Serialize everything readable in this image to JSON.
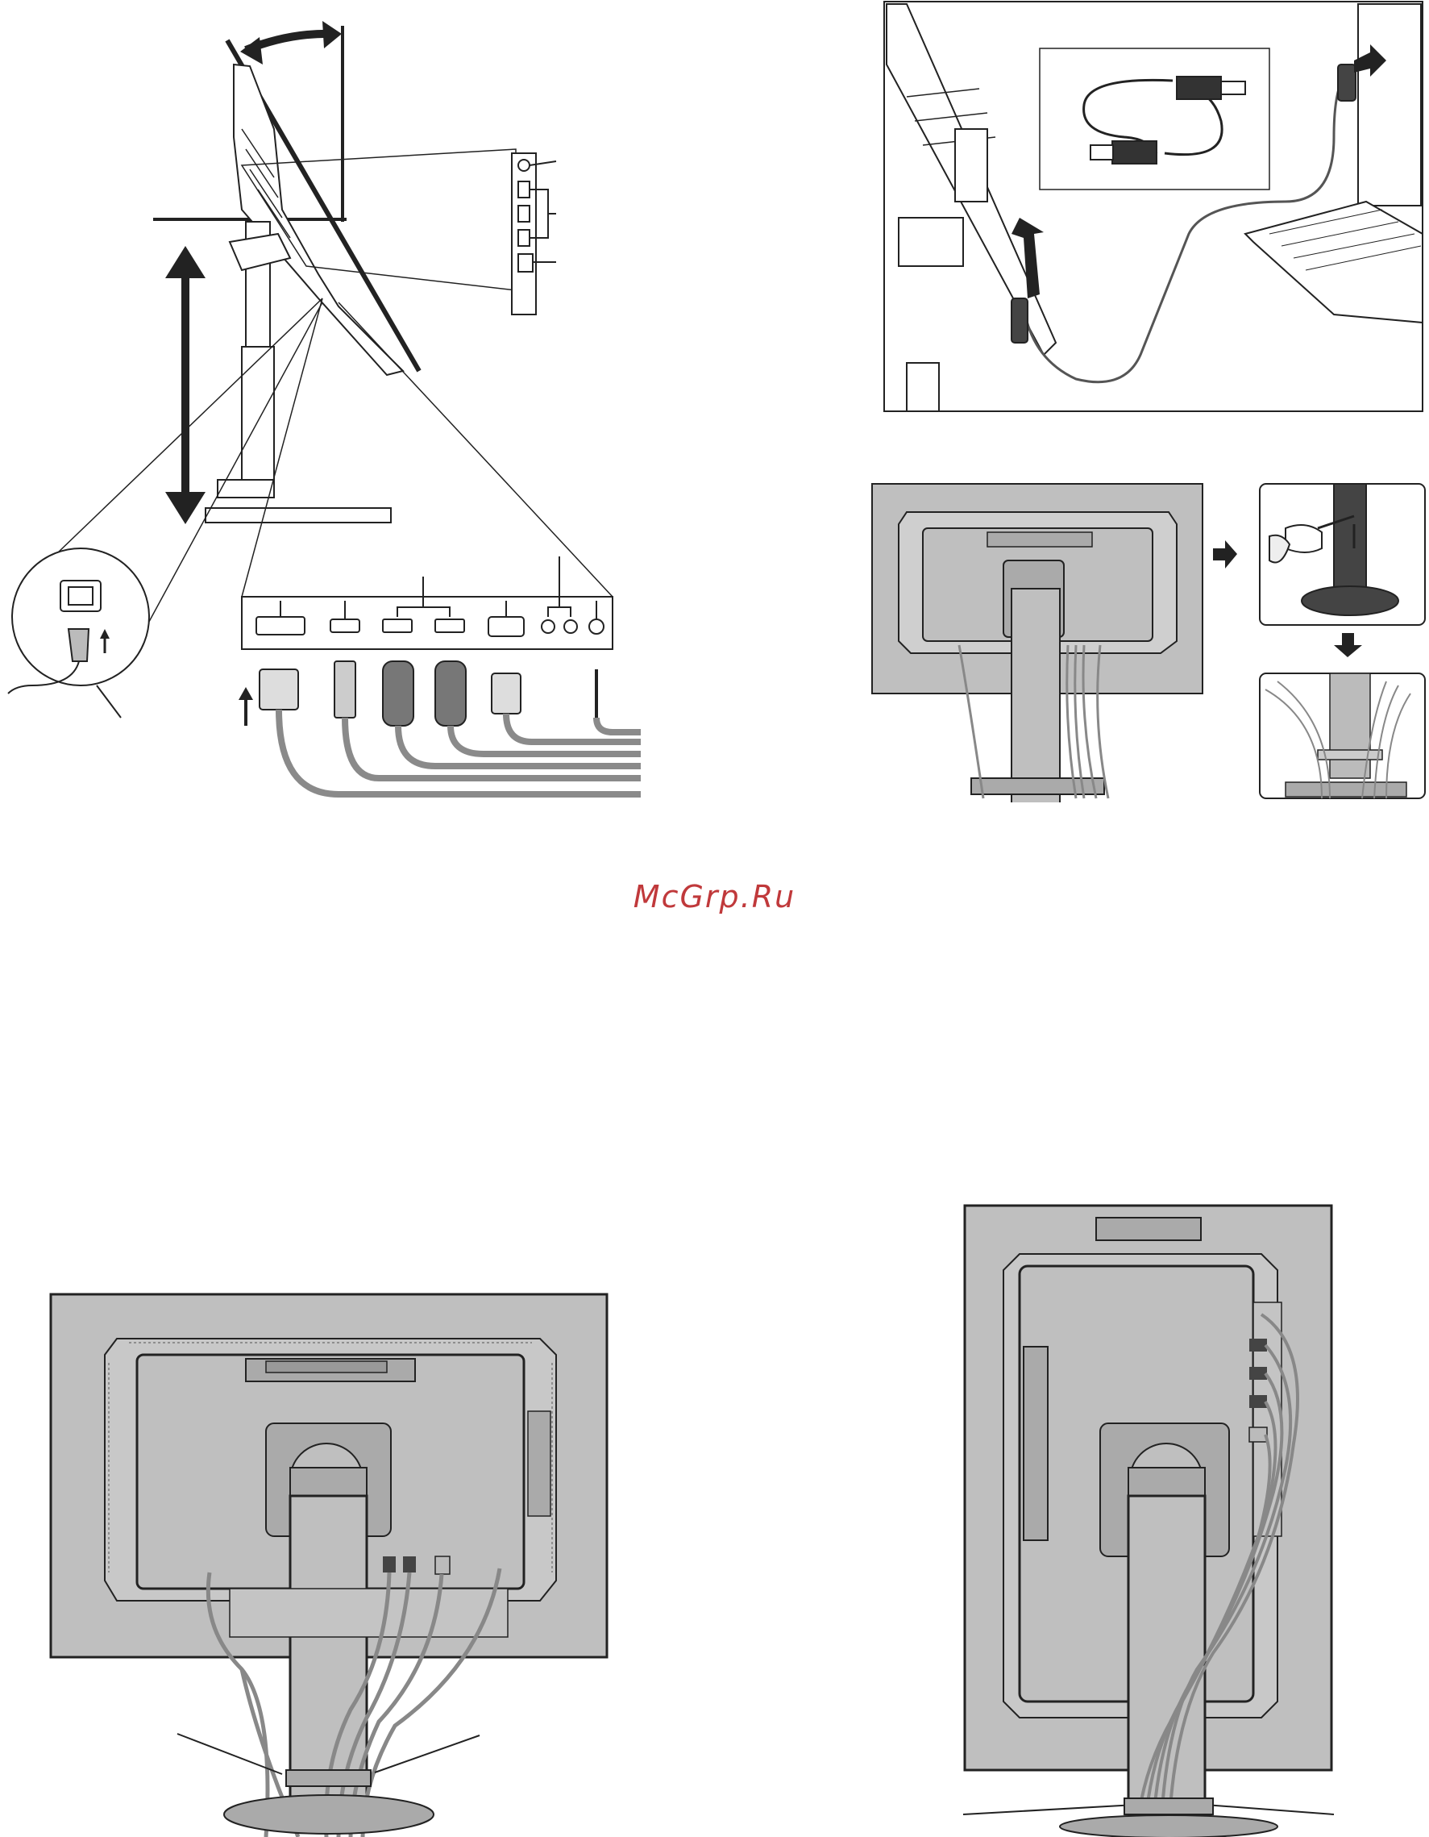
{
  "watermark": {
    "text": "McGrp.Ru",
    "color": "#c0393b"
  },
  "colors": {
    "line": "#222222",
    "panel_gray": "#bfbfbf",
    "dark_gray": "#9a9a9a",
    "cable_gray": "#8a8a8a"
  },
  "figures": [
    {
      "id": "fig-connections",
      "icon": "monitor-side-connectors-diagram"
    },
    {
      "id": "fig-usb-connection",
      "icon": "usb-cable-diagram"
    },
    {
      "id": "fig-cable-cover",
      "icon": "cable-holder-diagram"
    },
    {
      "id": "fig-landscape-cables",
      "icon": "monitor-back-landscape"
    },
    {
      "id": "fig-portrait-cables",
      "icon": "monitor-back-portrait"
    }
  ]
}
